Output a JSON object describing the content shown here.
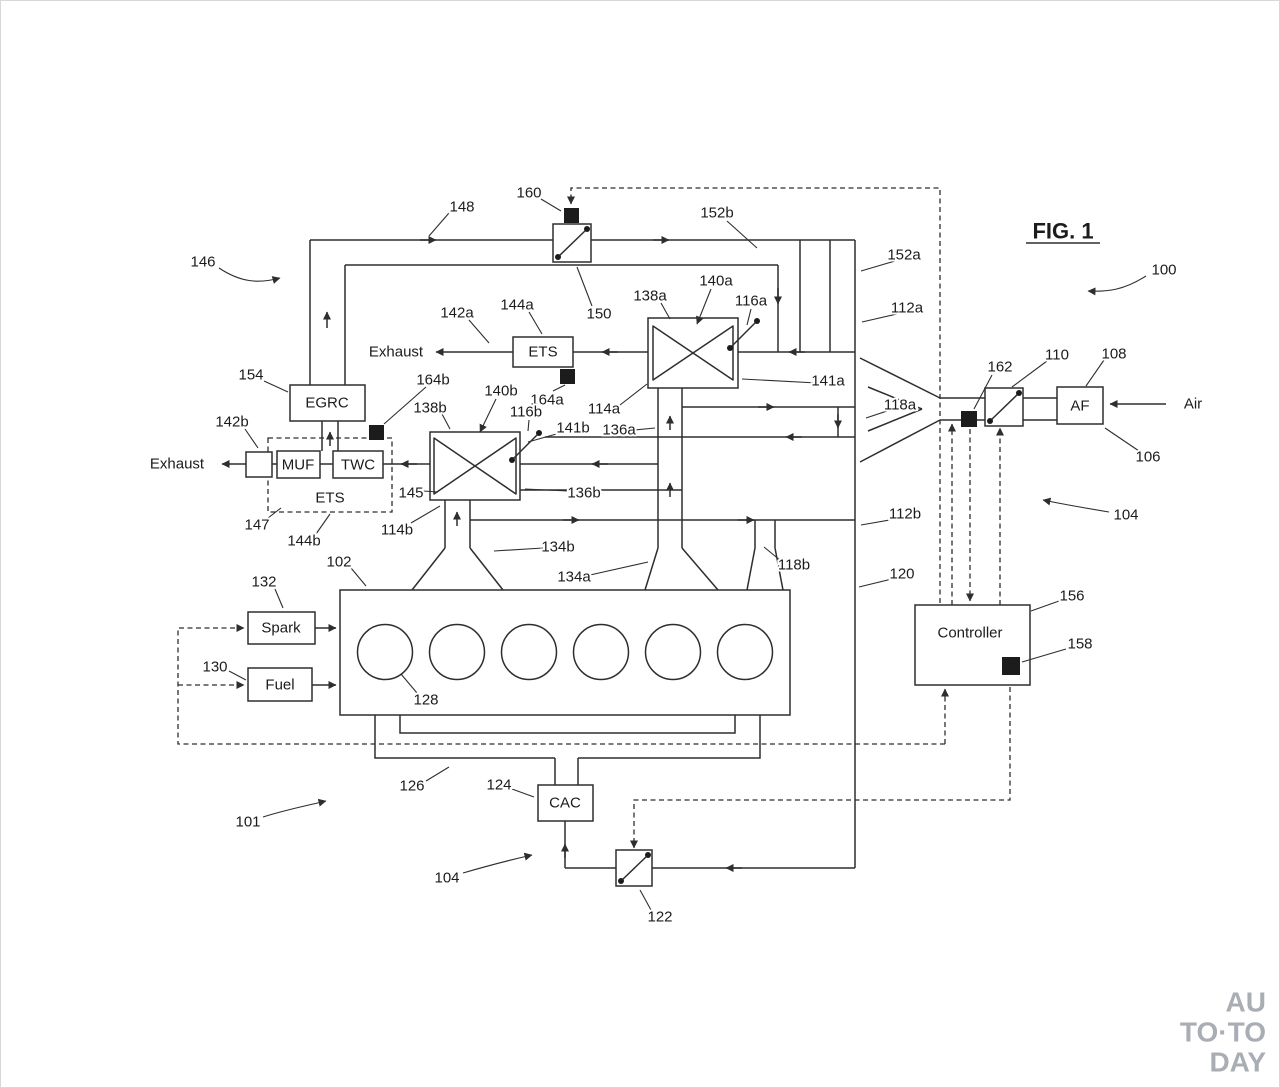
{
  "figure": {
    "title": "FIG. 1",
    "air": "Air",
    "exhaust_top": "Exhaust",
    "exhaust_left": "Exhaust"
  },
  "boxes": {
    "egrc": "EGRC",
    "muf": "MUF",
    "twc": "TWC",
    "ets_upper": "ETS",
    "ets_lower": "ETS",
    "spark": "Spark",
    "fuel": "Fuel",
    "cac": "CAC",
    "controller": "Controller",
    "af": "AF"
  },
  "refs": {
    "n100": "100",
    "n101": "101",
    "n102": "102",
    "n104r": "104",
    "n104b": "104",
    "n106": "106",
    "n108": "108",
    "n110": "110",
    "n112a": "112a",
    "n112b": "112b",
    "n114a": "114a",
    "n114b": "114b",
    "n116a": "116a",
    "n116b": "116b",
    "n118a": "118a",
    "n118b": "118b",
    "n120": "120",
    "n122": "122",
    "n124": "124",
    "n126": "126",
    "n128": "128",
    "n130": "130",
    "n132": "132",
    "n134a": "134a",
    "n134b": "134b",
    "n136a": "136a",
    "n136b": "136b",
    "n138a": "138a",
    "n138b": "138b",
    "n140a": "140a",
    "n140b": "140b",
    "n141a": "141a",
    "n141b": "141b",
    "n142a": "142a",
    "n142b": "142b",
    "n144a": "144a",
    "n144b": "144b",
    "n145": "145",
    "n146": "146",
    "n147": "147",
    "n148": "148",
    "n150": "150",
    "n152a": "152a",
    "n152b": "152b",
    "n154": "154",
    "n156": "156",
    "n158": "158",
    "n160": "160",
    "n162": "162",
    "n164a": "164a",
    "n164b": "164b"
  },
  "watermark": {
    "l1": "AU",
    "l2": "TO·TO",
    "l3": "DAY"
  },
  "colors": {
    "line": "#2e2e2e",
    "watermark": "#a9aeb4",
    "background": "#ffffff"
  }
}
